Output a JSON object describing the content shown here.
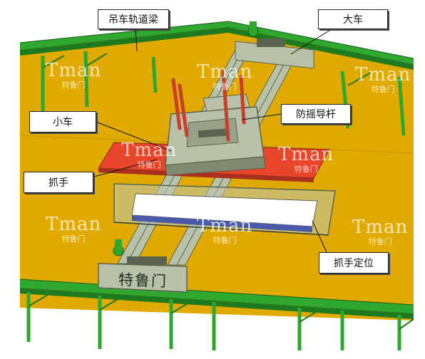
{
  "labels": {
    "runway_beam": "吊车轨道梁",
    "bridge": "大车",
    "trolley": "小车",
    "anti_sway": "防摇导杆",
    "gripper": "抓手",
    "gripper_positioning": "抓手定位"
  },
  "watermark": {
    "brand": "Tman",
    "sub": "特鲁门"
  },
  "nameplate": "特鲁门",
  "colors": {
    "floor": "#e0aa00",
    "rail_green": "#2ea82e",
    "steel_gray": "#b8c2a8",
    "gripper_red": "#e8452a",
    "guide_red": "#c8402a",
    "frame_dark": "#5a6450"
  }
}
